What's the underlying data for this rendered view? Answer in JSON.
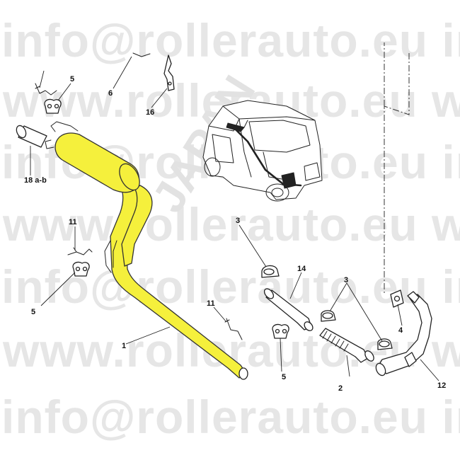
{
  "watermarks": {
    "email": "info@rollerauto.eu info@rollerauto.eu",
    "web": "www.rollerauto.eu www.rollerauto.eu",
    "diagonal": "JAPAN"
  },
  "colors": {
    "highlight": "#f5f03c",
    "line": "#222222",
    "watermark": "#e6e6e6"
  },
  "callouts": [
    {
      "id": "1",
      "label": "1"
    },
    {
      "id": "2",
      "label": "2"
    },
    {
      "id": "3a",
      "label": "3"
    },
    {
      "id": "3b",
      "label": "3"
    },
    {
      "id": "4",
      "label": "4"
    },
    {
      "id": "5a",
      "label": "5"
    },
    {
      "id": "5b",
      "label": "5"
    },
    {
      "id": "5c",
      "label": "5"
    },
    {
      "id": "6",
      "label": "6"
    },
    {
      "id": "11a",
      "label": "11"
    },
    {
      "id": "11b",
      "label": "11"
    },
    {
      "id": "12",
      "label": "12"
    },
    {
      "id": "14",
      "label": "14"
    },
    {
      "id": "16",
      "label": "16"
    },
    {
      "id": "18",
      "label": "18 a-b"
    }
  ]
}
